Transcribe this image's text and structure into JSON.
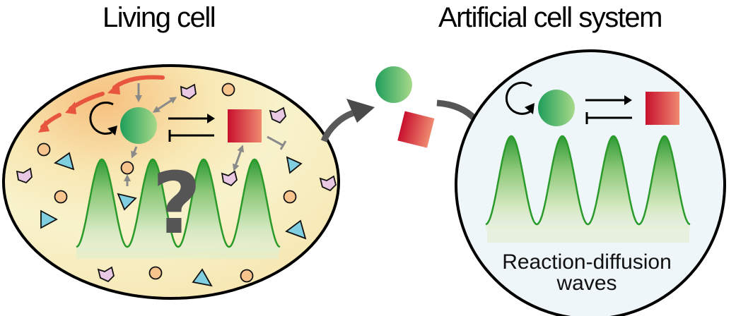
{
  "titles": {
    "living_cell": "Living cell",
    "artificial_cell": "Artificial cell system"
  },
  "caption": {
    "line1": "Reaction-diffusion",
    "line2": "waves"
  },
  "living_cell": {
    "mystery_symbol": "?",
    "wave_peaks": 4,
    "components": [
      "green-protein",
      "red-protein",
      "self-activation-loop",
      "activation-arrow",
      "inhibition-bar",
      "crowding-molecules",
      "membrane-flow-arrows"
    ]
  },
  "artificial_cell": {
    "wave_peaks": 4,
    "components": [
      "green-protein",
      "red-protein",
      "self-activation-loop",
      "activation-arrow",
      "inhibition-bar"
    ]
  },
  "colors": {
    "cell_fill": "#f7eec0",
    "cell_edge_orange": "#f6c98a",
    "artificial_fill": "#eef6f9",
    "green_dark": "#1e9e5a",
    "green_light": "#a8d98a",
    "red_dark": "#c8102e",
    "red_light": "#ef8a70",
    "wave_line": "#2a9a2a",
    "flow_arrow": "#e8553f",
    "transfer_arrow": "#555555",
    "interaction_arrow": "#8a8a8a",
    "hexagon": "#e9c8e3",
    "circle_molecule": "#f7c48e",
    "triangle": "#7fcfe0"
  }
}
